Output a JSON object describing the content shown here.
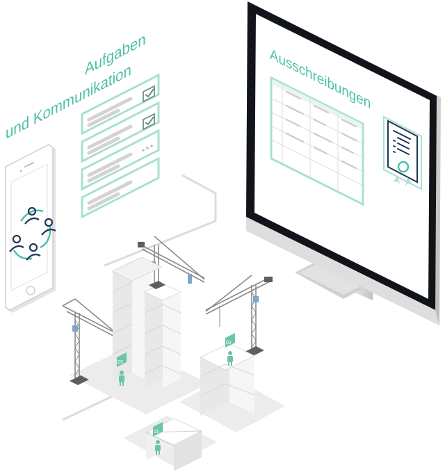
{
  "headline": {
    "line1": "Aufgaben",
    "line2": "und Kommunikation"
  },
  "monitor": {
    "screen_title": "Ausschreibungen"
  },
  "markers": {
    "building_a": "03",
    "building_b": "02",
    "building_c": "01"
  },
  "icons": {
    "task_states": [
      "check-icon",
      "check-icon",
      "dots-icon",
      "empty"
    ],
    "phone_icons": [
      "users-cycle-icon"
    ],
    "document_icon": "certificate-document-icon"
  },
  "colors": {
    "accent": "#4dbfa6",
    "accent_light": "#a8e0d2",
    "navy": "#1f3656",
    "gray_line": "#d5d5d5",
    "building_light": "#f2f2f2",
    "building_shadow": "#e6e6e6"
  }
}
